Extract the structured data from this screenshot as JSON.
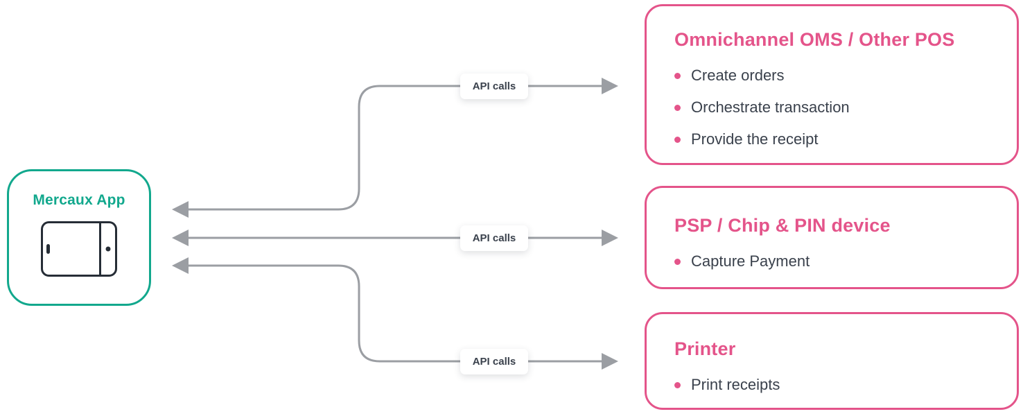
{
  "diagram": {
    "source": {
      "title": "Mercaux App"
    },
    "connectors": [
      {
        "label": "API calls"
      },
      {
        "label": "API calls"
      },
      {
        "label": "API calls"
      }
    ],
    "targets": [
      {
        "title": "Omnichannel OMS / Other POS",
        "bullets": [
          "Create orders",
          "Orchestrate transaction",
          "Provide the receipt"
        ]
      },
      {
        "title": "PSP / Chip & PIN device",
        "bullets": [
          "Capture Payment"
        ]
      },
      {
        "title": "Printer",
        "bullets": [
          "Print receipts"
        ]
      }
    ],
    "colors": {
      "teal": "#12A88D",
      "pink": "#E4548A",
      "arrow": "#9B9EA3",
      "text": "#3A414C"
    }
  }
}
